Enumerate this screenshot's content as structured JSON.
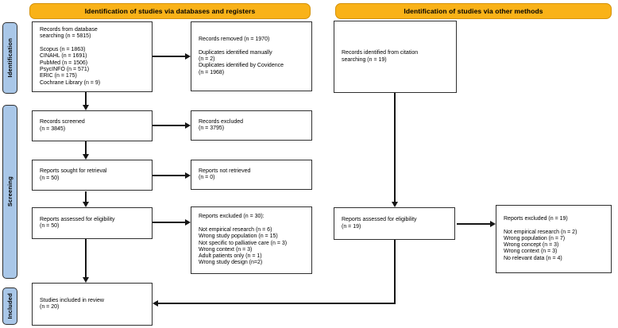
{
  "banners": {
    "databases": "Identification of studies via databases and registers",
    "other_methods": "Identification of studies via other methods"
  },
  "stages": {
    "identification": "Identification",
    "screening": "Screening",
    "included": "Included"
  },
  "boxes": {
    "db_records": {
      "text": "Records from database\nsearching (n = 5815)\n\nScopus (n = 1863)\nCINAHL (n = 1691)\nPubMed (n = 1506)\nPsycINFO (n = 571)\nERIC (n = 175)\nCochrane Library (n = 9)"
    },
    "records_removed": {
      "text": "Records removed (n = 1970)\n\nDuplicates identified manually\n(n = 2)\nDuplicates identified by Covidence\n(n = 1968)"
    },
    "records_screened": {
      "text": "Records screened\n(n = 3845)"
    },
    "records_excluded": {
      "text": "Records excluded\n(n = 3795)"
    },
    "reports_sought": {
      "text": "Reports sought for retrieval\n(n = 50)"
    },
    "reports_not_retrieved": {
      "text": "Reports not retrieved\n(n = 0)"
    },
    "reports_assessed": {
      "text": "Reports assessed for eligibility\n(n = 50)"
    },
    "reports_excluded_db": {
      "text": "Reports excluded (n = 30):\n\nNot empirical research (n = 6)\nWrong study population (n = 15)\nNot specific to palliative care (n = 3)\nWrong context (n = 3)\nAdult patients only (n = 1)\nWrong study design (n=2)"
    },
    "citation_records": {
      "text": "Records identified from citation\nsearching (n = 19)"
    },
    "reports_assessed_other": {
      "text": "Reports assessed for eligibility\n(n = 19)"
    },
    "reports_excluded_other": {
      "text": "Reports excluded (n = 19)\n\nNot empirical research (n = 2)\nWrong population (n = 7)\nWrong concept (n = 3)\nWrong context (n = 3)\nNo relevant data (n = 4)"
    },
    "studies_included": {
      "text": "Studies included in review\n(n = 20)"
    }
  },
  "colors": {
    "banner_fill": "#F9B218",
    "banner_border": "#D4920A",
    "stage_fill": "#A9C7E8",
    "box_border": "#2F2F2F",
    "arrow": "#161616"
  }
}
